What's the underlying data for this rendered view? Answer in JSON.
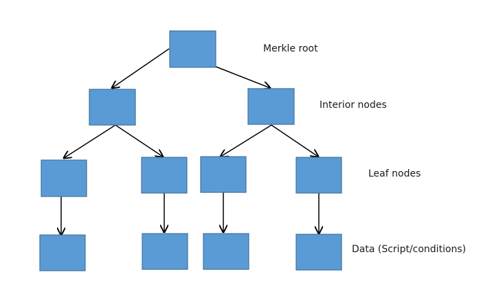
{
  "labels": {
    "root": "Merkle root",
    "interior": "Interior nodes",
    "leaf": "Leaf nodes",
    "data": "Data (Script/conditions)"
  },
  "colors": {
    "node_fill": "#5b9bd5",
    "node_stroke": "#41719c",
    "edge": "#000000"
  }
}
